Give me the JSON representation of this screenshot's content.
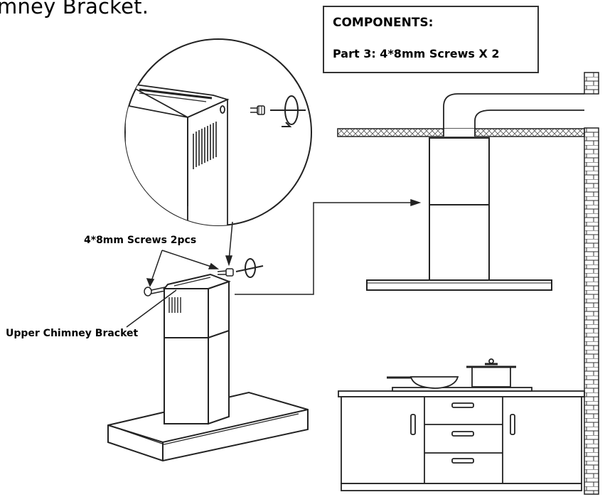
{
  "title": "mney Bracket.",
  "components": {
    "heading": "COMPONENTS:",
    "part": "Part 3:  4*8mm Screws X 2"
  },
  "labels": {
    "screws": "4*8mm Screws 2pcs",
    "bracket": "Upper Chimney Bracket"
  }
}
